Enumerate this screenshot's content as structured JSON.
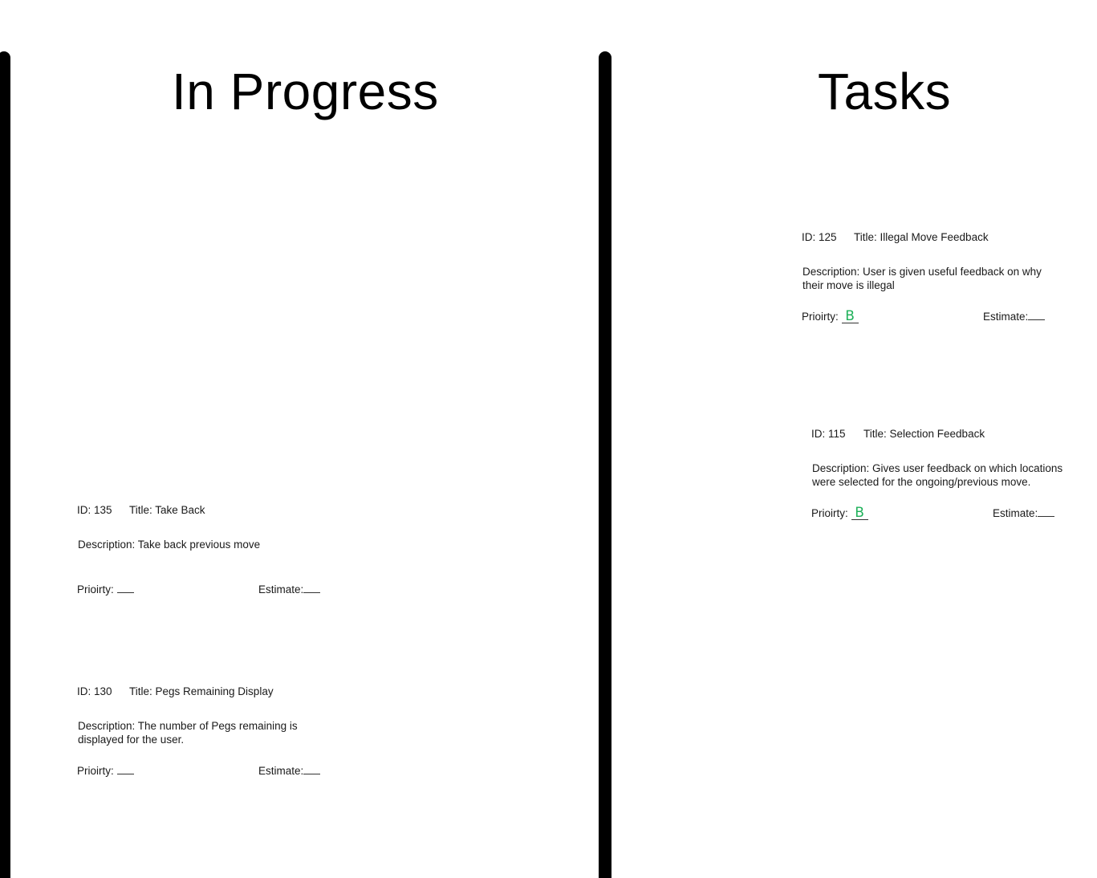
{
  "columns": {
    "in_progress": {
      "title": "In Progress",
      "cards": [
        {
          "id_label": "ID: 135",
          "title_label": "Title: Take Back",
          "description": "Description: Take back previous move",
          "priority_label": "Prioirty:",
          "priority_value": "",
          "estimate_label": "Estimate:",
          "estimate_value": ""
        },
        {
          "id_label": "ID: 130",
          "title_label": "Title: Pegs Remaining Display",
          "description": "Description: The number of Pegs remaining is displayed for the user.",
          "priority_label": "Prioirty:",
          "priority_value": "",
          "estimate_label": "Estimate:",
          "estimate_value": ""
        }
      ]
    },
    "tasks": {
      "title": "Tasks",
      "cards": [
        {
          "id_label": "ID: 125",
          "title_label": "Title: Illegal Move Feedback",
          "description": "Description: User is given useful feedback on why their move is illegal",
          "priority_label": "Prioirty:",
          "priority_value": "B",
          "estimate_label": "Estimate:",
          "estimate_value": ""
        },
        {
          "id_label": "ID: 115",
          "title_label": "Title: Selection Feedback",
          "description": "Description: Gives user feedback on which locations were selected for the ongoing/previous move.",
          "priority_label": "Prioirty:",
          "priority_value": "B",
          "estimate_label": "Estimate:",
          "estimate_value": ""
        }
      ]
    }
  },
  "colors": {
    "divider": "#000000",
    "handwriting": "#1fb15a"
  }
}
